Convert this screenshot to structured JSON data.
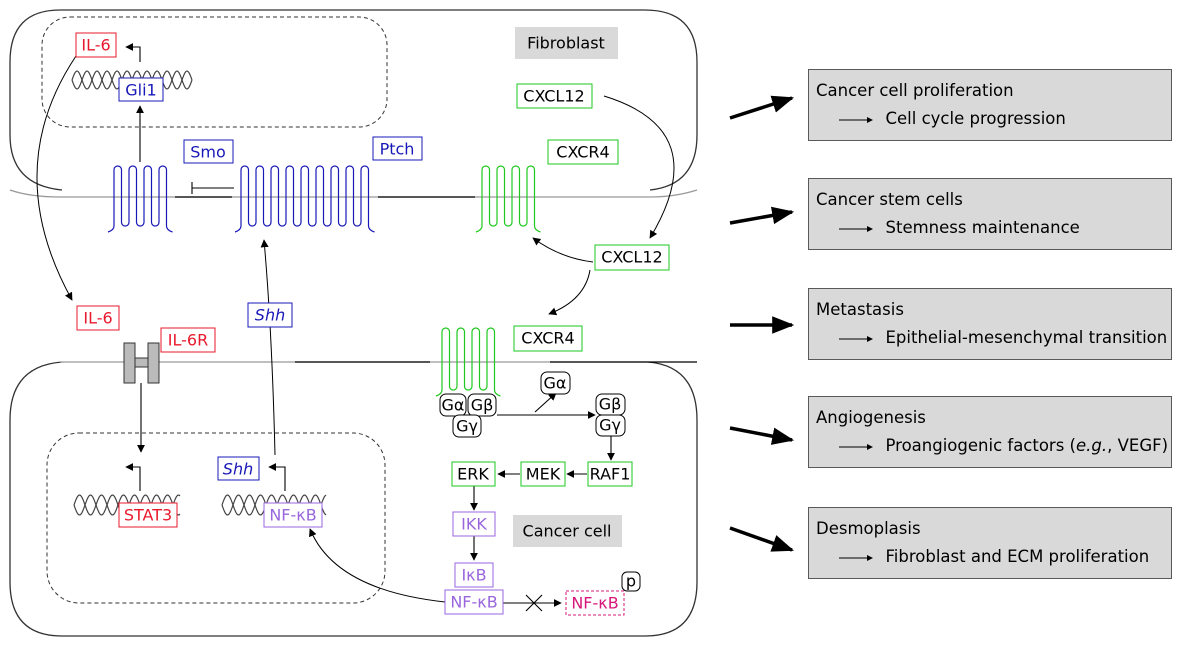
{
  "colors": {
    "red": "#e8192c",
    "blue": "#1818b8",
    "green": "#1ec81e",
    "purple": "#9966dd",
    "magenta": "#d8187a"
  },
  "fibroblast": {
    "title": "Fibroblast",
    "il6": "IL-6",
    "gli1": "Gli1",
    "smo": "Smo",
    "ptch": "Ptch",
    "cxcl12": "CXCL12",
    "cxcr4": "CXCR4"
  },
  "middle": {
    "cxcl12": "CXCL12",
    "il6": "IL-6",
    "shh": "Shh"
  },
  "cancer_cell": {
    "title": "Cancer cell",
    "il6r": "IL-6R",
    "cxcr4": "CXCR4",
    "g_alpha": "Gα",
    "g_beta": "Gβ",
    "g_gamma": "Gγ",
    "raf1": "RAF1",
    "mek": "MEK",
    "erk": "ERK",
    "ikk": "IKK",
    "ikb": "IκB",
    "nfkb": "NF-κB",
    "p": "p",
    "stat3": "STAT3",
    "shh": "Shh"
  },
  "outcomes": [
    {
      "title": "Cancer cell proliferation",
      "sub": "Cell cycle progression"
    },
    {
      "title": "Cancer stem cells",
      "sub": "Stemness maintenance"
    },
    {
      "title": "Metastasis",
      "sub": "Epithelial-mesenchymal transition"
    },
    {
      "title": "Angiogenesis",
      "sub_pre": "Proangiogenic factors (",
      "sub_ital": "e.g.",
      "sub_post": ", VEGF)"
    },
    {
      "title": "Desmoplasis",
      "sub": "Fibroblast and ECM proliferation"
    }
  ]
}
